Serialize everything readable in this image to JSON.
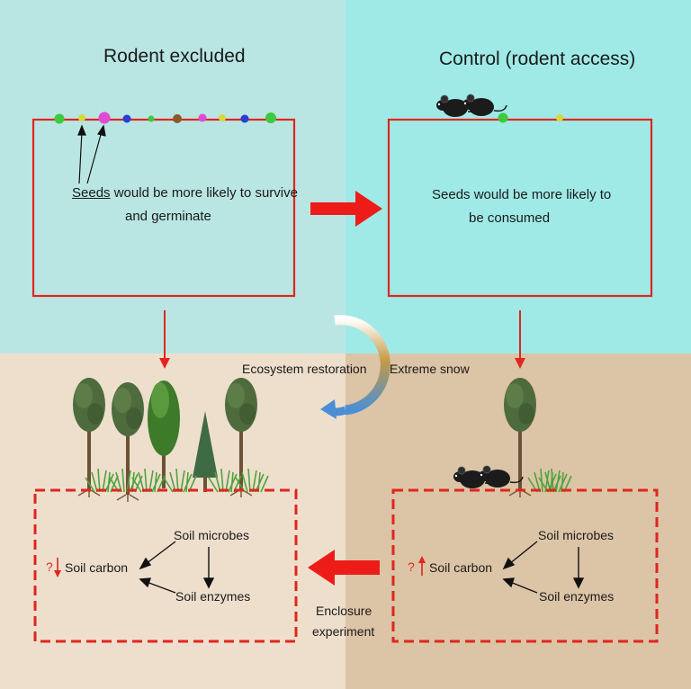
{
  "left_panel": {
    "title": "Rodent excluded",
    "seed_word": "Seeds",
    "text_line1_rest": " would be more likely to survive",
    "text_line2": "and germinate",
    "soil": {
      "question_mark": "?",
      "carbon": "Soil carbon",
      "microbes": "Soil microbes",
      "enzymes": "Soil enzymes"
    }
  },
  "right_panel": {
    "title": "Control (rodent access)",
    "text_line1": "Seeds would be more likely to",
    "text_line2": "be consumed",
    "soil": {
      "question_mark": "?",
      "carbon": "Soil carbon",
      "microbes": "Soil microbes",
      "enzymes": "Soil enzymes"
    }
  },
  "center": {
    "left_label": "Ecosystem restoration",
    "right_label": "Extreme snow"
  },
  "bottom_label": {
    "line1": "Enclosure",
    "line2": "experiment"
  },
  "colors": {
    "panel_border": "#e0261e",
    "arrow_red": "#ee1c18",
    "quad_top_left": "#b9e6e3",
    "quad_top_right": "#9feae6",
    "quad_bottom_left": "#eedfcd",
    "quad_bottom_right": "#dcc4a6"
  }
}
